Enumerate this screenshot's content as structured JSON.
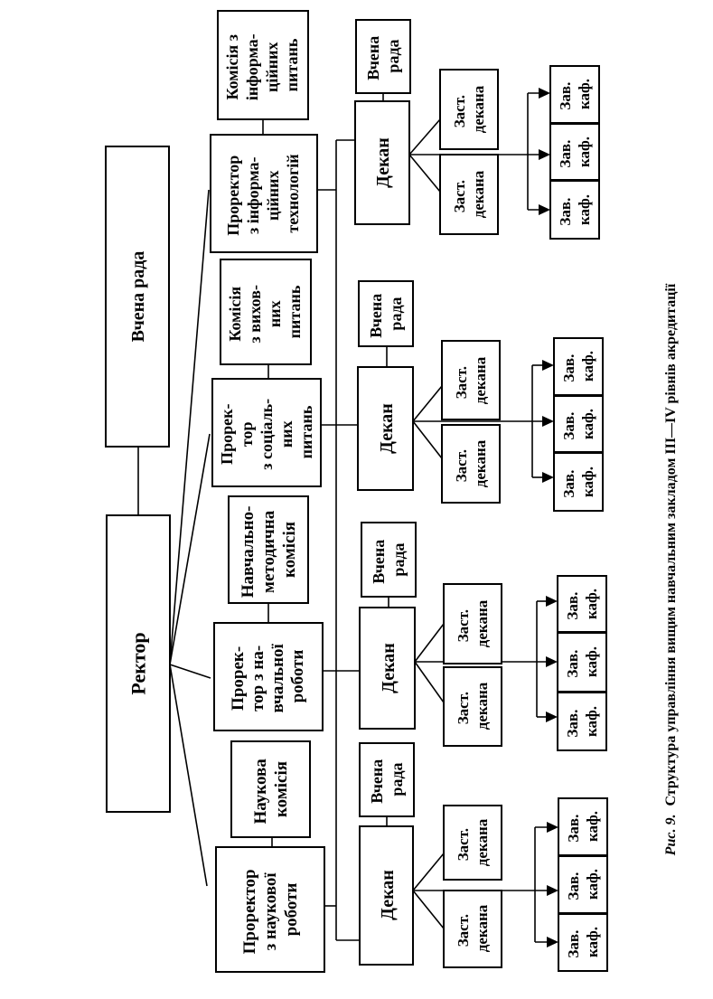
{
  "figure": {
    "caption_prefix": "Рис. 9.",
    "caption_text": "Структура управління вищим навчальним закладом III—IV рівнів акредитації"
  },
  "nodes": {
    "academic_council_top": [
      "Вчена рада"
    ],
    "rector": [
      "Ректор"
    ],
    "prorector_science": [
      "Проректор",
      "з наукової",
      "роботи"
    ],
    "scientific_commission": [
      "Наукова",
      "комісія"
    ],
    "prorector_education": [
      "Прорек-",
      "тор з на-",
      "вчальної",
      "роботи"
    ],
    "methodical_commission": [
      "Навчально-",
      "методична",
      "комісія"
    ],
    "prorector_social": [
      "Прорек-",
      "тор",
      "з соціаль-",
      "них",
      "питань"
    ],
    "educational_commission": [
      "Комісія",
      "з вихов-",
      "них",
      "питань"
    ],
    "prorector_it": [
      "Проректор",
      "з інформа-",
      "ційних",
      "технологій"
    ],
    "it_commission": [
      "Комісія з",
      "інформа-",
      "ційних",
      "питань"
    ],
    "faculty": {
      "dean": [
        "Декан"
      ],
      "faculty_council": [
        "Вчена",
        "рада"
      ],
      "deputy_dean": [
        "Заст.",
        "декана"
      ],
      "head_of_department": [
        "Зав.",
        "каф."
      ]
    }
  }
}
